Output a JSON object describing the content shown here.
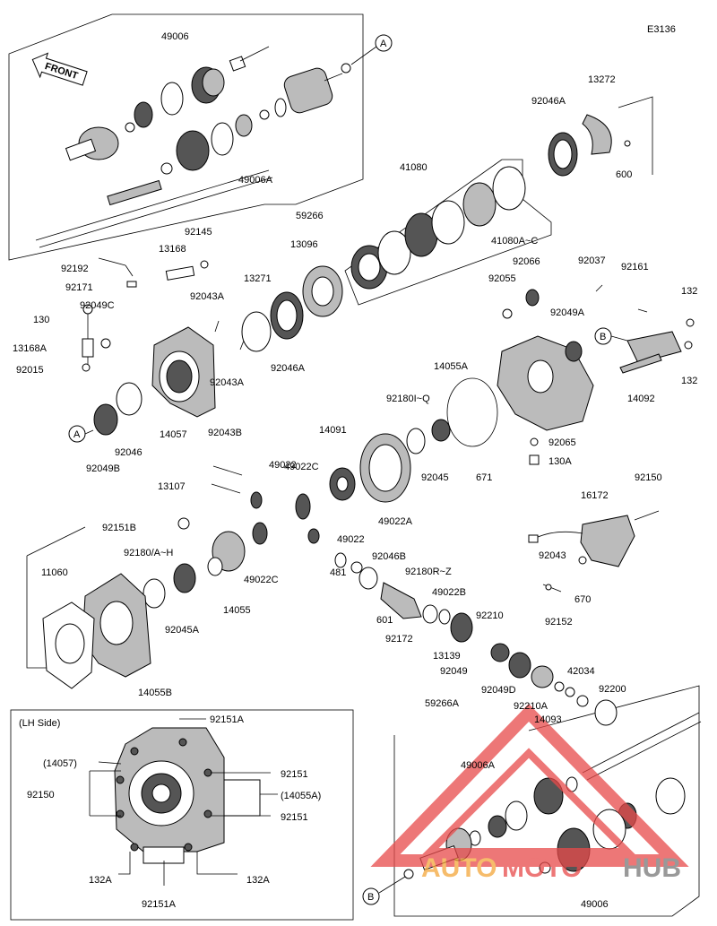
{
  "diagram_code": "E3136",
  "front_label": "FRONT",
  "callouts": {
    "a": "A",
    "b": "B"
  },
  "lh_side_title": "(LH Side)",
  "watermark": {
    "part1": "AUTO",
    "part2": "MOTO",
    "part3": "HUB"
  },
  "colors": {
    "watermark_red": "#e84a4a",
    "watermark_orange": "#f4a63a",
    "watermark_gray": "#777777"
  },
  "labels": [
    "49006",
    "49006A",
    "59266",
    "41080",
    "41080A~C",
    "13272",
    "92046A",
    "600",
    "92145",
    "13168",
    "92192",
    "92171",
    "92043A",
    "13271",
    "13096",
    "130",
    "92049C",
    "13168A",
    "92015",
    "92043A",
    "92046A",
    "92055",
    "92066",
    "92037",
    "92161",
    "132",
    "92049A",
    "132",
    "14055A",
    "14092",
    "92046",
    "14057",
    "92049B",
    "92043B",
    "92180I~Q",
    "14091",
    "92045",
    "671",
    "92065",
    "130A",
    "13107",
    "49022",
    "49022C",
    "49022A",
    "92150",
    "16172",
    "92151B",
    "49022",
    "92180/A~H",
    "11060",
    "92046B",
    "92180R~Z",
    "481",
    "49022C",
    "92043",
    "670",
    "49022B",
    "601",
    "92210",
    "14055",
    "92045A",
    "92152",
    "92172",
    "13139",
    "42034",
    "92049",
    "92049D",
    "92200",
    "14055B",
    "92210A",
    "59266A",
    "14093",
    "49006A",
    "49006",
    "92151A",
    "(14057)",
    "92151",
    "92150",
    "(14055A)",
    "92151",
    "132A",
    "132A",
    "92151A"
  ]
}
